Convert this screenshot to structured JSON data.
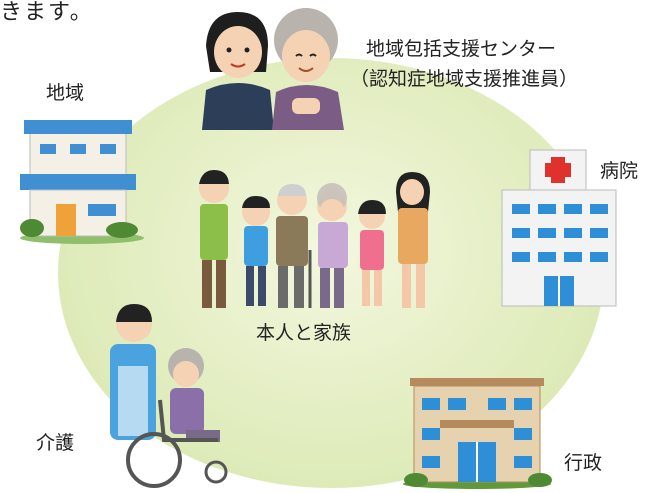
{
  "intro_text": "きます。",
  "labels": {
    "center": "本人と家族",
    "community": "地域",
    "support_center": "地域包括支援センター",
    "support_center_sub": "（認知症地域支援推進員）",
    "hospital": "病院",
    "care": "介護",
    "government": "行政"
  },
  "colors": {
    "circle": "#dbe9b4",
    "hospital_cross": "#e0322d",
    "building_blue": "#2e8fd6"
  }
}
